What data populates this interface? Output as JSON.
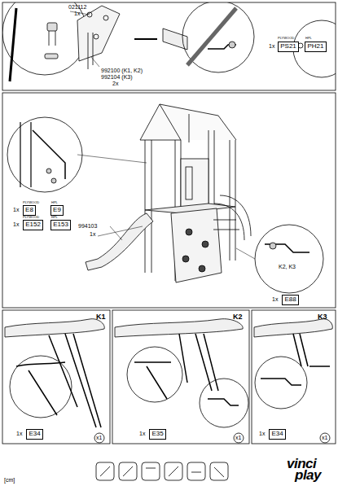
{
  "diagram": {
    "nodes": [
      {
        "text": [
          "PS21"
        ]
      },
      {
        "text": [
          "PH21"
        ]
      },
      {
        "text": [
          "E8"
        ]
      },
      {
        "text": [
          "E9"
        ]
      },
      {
        "text": [
          "E152"
        ]
      },
      {
        "text": [
          "E153"
        ]
      },
      {
        "text": [
          "E88"
        ]
      },
      {
        "text": [
          "E34"
        ]
      },
      {
        "text": [
          "E35"
        ]
      },
      {
        "text": [
          "E34"
        ]
      }
    ],
    "labels": [
      "021112",
      "1x",
      "992100 (K1, K2)",
      "992104 (K3)",
      "2x",
      "PLYWOOD",
      "HPL",
      "1x",
      "PLYWOOD",
      "HPL",
      "1x",
      "PLYWOOD",
      "HPL",
      "1x",
      "994103",
      "1x",
      "K2, K3",
      "1x",
      "K1",
      "K2",
      "K3",
      "1x",
      "x1",
      "1x",
      "x1",
      "1x",
      "x1",
      "[cm]",
      "vinci",
      "play"
    ]
  }
}
